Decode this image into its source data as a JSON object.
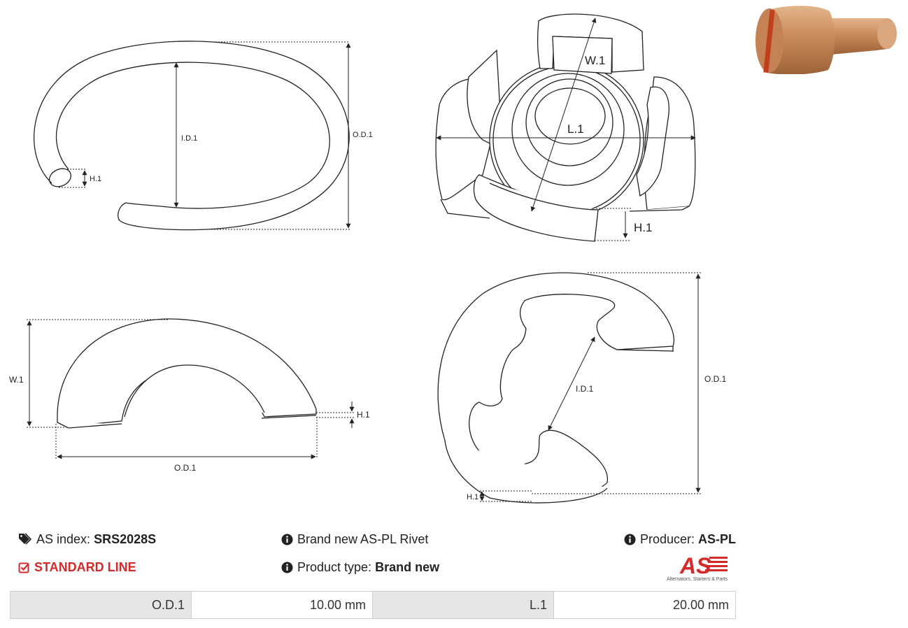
{
  "drawings": {
    "ring": {
      "od_label": "O.D.1",
      "id_label": "I.D.1",
      "h_label": "H.1"
    },
    "lock_washer": {
      "w_label": "W.1",
      "l_label": "L.1",
      "h_label": "H.1"
    },
    "half_washer": {
      "w_label": "W.1",
      "h_label": "H.1",
      "od_label": "O.D.1"
    },
    "e_clip": {
      "od_label": "O.D.1",
      "id_label": "I.D.1",
      "h_label": "H.1"
    }
  },
  "product": {
    "index_label": "AS index:",
    "index_value": "SRS2028S",
    "line_label": "STANDARD LINE",
    "description": "Brand new AS-PL Rivet",
    "type_label": "Product type:",
    "type_value": "Brand new",
    "producer_label": "Producer:",
    "producer_value": "AS-PL",
    "logo_text": "AS",
    "logo_tagline": "Alternators, Starters & Parts"
  },
  "specs": [
    {
      "label": "O.D.1",
      "value": "10.00 mm"
    },
    {
      "label": "L.1",
      "value": "20.00 mm"
    }
  ],
  "colors": {
    "accent_red": "#d42a2a",
    "table_header": "#e6e6e6",
    "copper": "#c98a5a"
  },
  "icons": [
    "tags-icon",
    "info-circle-icon",
    "check-square-icon"
  ]
}
